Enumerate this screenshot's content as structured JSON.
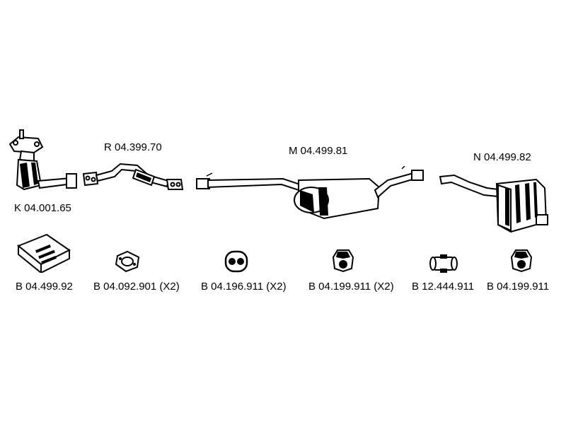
{
  "top_parts": [
    {
      "code": "K 04.001.65",
      "icon": "catalytic-converter-icon"
    },
    {
      "code": "R 04.399.70",
      "icon": "front-pipe-icon"
    },
    {
      "code": "M 04.499.81",
      "icon": "middle-silencer-icon"
    },
    {
      "code": "N 04.499.82",
      "icon": "rear-silencer-icon"
    }
  ],
  "bottom_parts": [
    {
      "code": "B 04.499.92",
      "icon": "fitting-kit-box-icon"
    },
    {
      "code": "B 04.092.901 (X2)",
      "icon": "gasket-icon"
    },
    {
      "code": "B 04.196.911 (X2)",
      "icon": "rubber-hanger-icon"
    },
    {
      "code": "B 04.199.911 (X2)",
      "icon": "rubber-mount-icon"
    },
    {
      "code": "B 12.444.911",
      "icon": "pipe-clamp-icon"
    },
    {
      "code": "B 04.199.911",
      "icon": "rubber-mount-icon"
    }
  ]
}
